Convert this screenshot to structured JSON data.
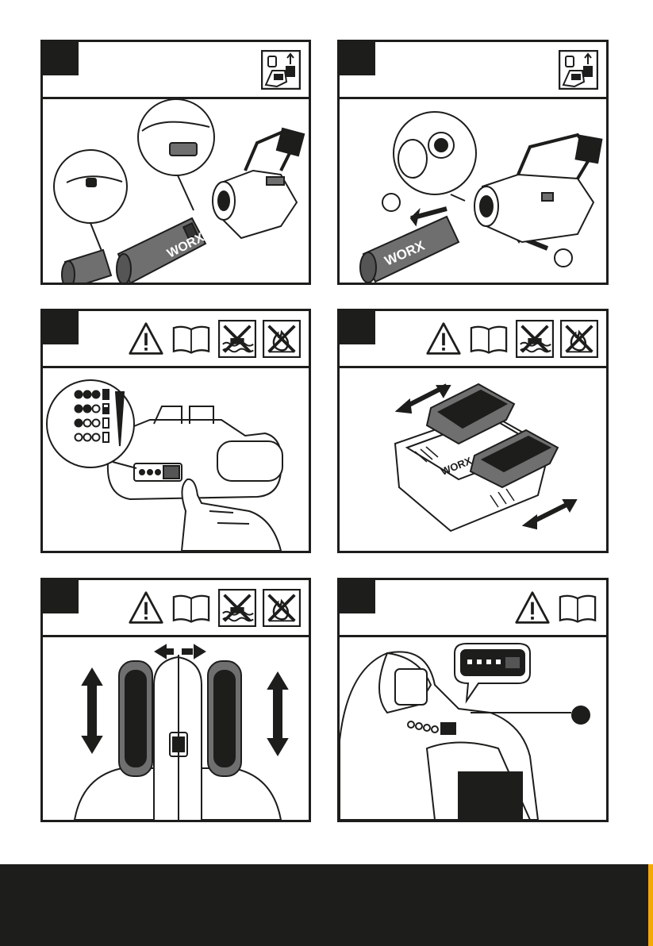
{
  "panels": [
    {
      "id": "p1",
      "icons": [
        "battery-removal-icon"
      ]
    },
    {
      "id": "p2",
      "icons": [
        "battery-removal-icon"
      ]
    },
    {
      "id": "p3",
      "icons": [
        "warning-icon",
        "manual-icon",
        "no-water-icon",
        "no-fire-icon"
      ]
    },
    {
      "id": "p4",
      "icons": [
        "warning-icon",
        "manual-icon",
        "no-water-icon",
        "no-fire-icon"
      ]
    },
    {
      "id": "p5",
      "icons": [
        "warning-icon",
        "manual-icon",
        "no-water-icon",
        "no-fire-icon"
      ]
    },
    {
      "id": "p6",
      "icons": [
        "warning-icon",
        "manual-icon"
      ]
    }
  ],
  "brand_text": "WORX",
  "colors": {
    "ink": "#1d1d1b",
    "tool_gray": "#6f6f6f",
    "accent": "#f5a800"
  }
}
